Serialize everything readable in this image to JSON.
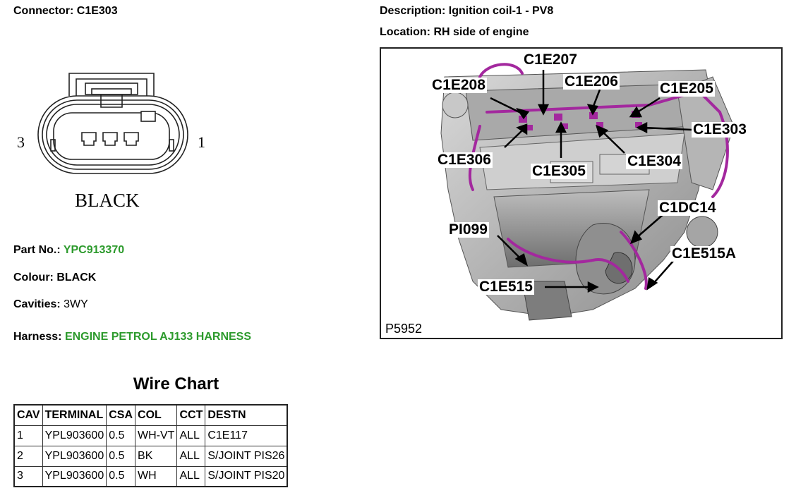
{
  "connector": {
    "label": "Connector:",
    "value": "C1E303",
    "pin_left": "3",
    "pin_right": "1",
    "body_color_text": "BLACK"
  },
  "description": {
    "label": "Description:",
    "value": "Ignition coil-1 - PV8"
  },
  "location": {
    "label": "Location:",
    "value": "RH side of engine"
  },
  "part_no": {
    "label": "Part No.:",
    "value": "YPC913370"
  },
  "colour": {
    "label": "Colour:",
    "value": "BLACK"
  },
  "cavities": {
    "label": "Cavities:",
    "value": "3WY"
  },
  "harness": {
    "label": "Harness:",
    "value": "ENGINE PETROL AJ133 HARNESS"
  },
  "location_image": {
    "image_id": "P5952",
    "callouts": [
      "C1E207",
      "C1E208",
      "C1E206",
      "C1E205",
      "C1E303",
      "C1E306",
      "C1E305",
      "C1E304",
      "C1DC14",
      "PI099",
      "C1E515A",
      "C1E515"
    ]
  },
  "wire_chart": {
    "title": "Wire Chart",
    "headers": [
      "CAV",
      "TERMINAL",
      "CSA",
      "COL",
      "CCT",
      "DESTN"
    ],
    "rows": [
      [
        "1",
        "YPL903600",
        "0.5",
        "WH-VT",
        "ALL",
        "C1E117"
      ],
      [
        "2",
        "YPL903600",
        "0.5",
        "BK",
        "ALL",
        "S/JOINT PIS26"
      ],
      [
        "3",
        "YPL903600",
        "0.5",
        "WH",
        "ALL",
        "S/JOINT PIS20"
      ]
    ]
  },
  "colors": {
    "link_green": "#2c9a2c",
    "harness_magenta": "#a3289e"
  }
}
